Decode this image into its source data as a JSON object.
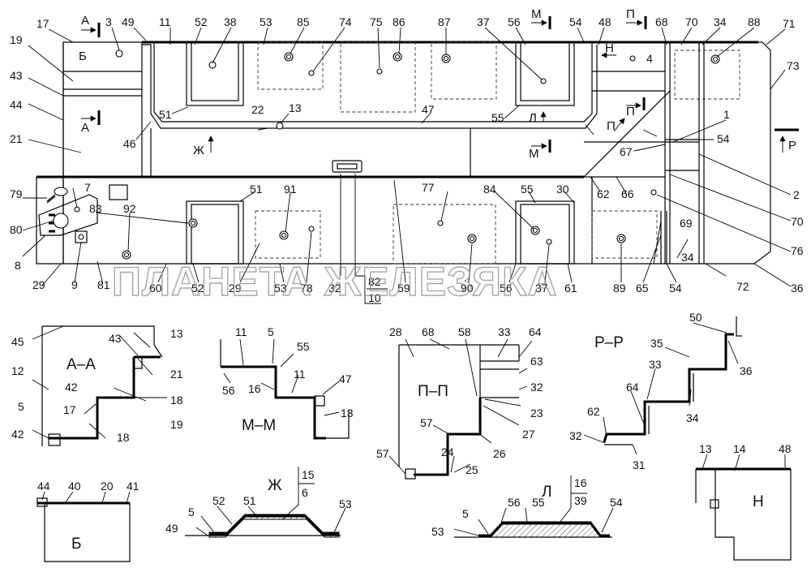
{
  "watermark": "ПЛАНЕТА ЖЕЛЕЗЯКА",
  "view_markers": {
    "A": "А",
    "B": "Б",
    "M": "М",
    "N": "Н",
    "P": "П",
    "R": "Р",
    "Zh": "Ж",
    "L": "Л"
  },
  "section_titles": {
    "aa": "А–А",
    "mm": "М–М",
    "pp": "П–П",
    "rr": "Р–Р",
    "b": "Б",
    "zh": "Ж",
    "l": "Л",
    "n": "Н"
  },
  "main_plan_callouts": [
    "17",
    "3",
    "49",
    "11",
    "52",
    "38",
    "53",
    "85",
    "74",
    "75",
    "86",
    "87",
    "37",
    "56",
    "54",
    "48",
    "68",
    "70",
    "34",
    "88",
    "71",
    "19",
    "43",
    "44",
    "21",
    "4",
    "73",
    "51",
    "13",
    "22",
    "47",
    "55",
    "46",
    "1",
    "67",
    "54",
    "2",
    "70",
    "76",
    "36",
    "79",
    "7",
    "80",
    "8",
    "29",
    "9",
    "81",
    "92",
    "83",
    "51",
    "91",
    "77",
    "84",
    "55",
    "30",
    "62",
    "66",
    "69",
    "34",
    "72",
    "60",
    "52",
    "29",
    "53",
    "78",
    "32",
    "82",
    "10",
    "59",
    "90",
    "56",
    "37",
    "61",
    "89",
    "65",
    "54"
  ],
  "section_callouts": {
    "aa": [
      "45",
      "13",
      "12",
      "43",
      "21",
      "42",
      "18",
      "19",
      "5",
      "17",
      "18",
      "42"
    ],
    "mm": [
      "11",
      "5",
      "55",
      "56",
      "16",
      "11",
      "47",
      "13"
    ],
    "pp": [
      "28",
      "68",
      "58",
      "33",
      "64",
      "63",
      "32",
      "23",
      "57",
      "27",
      "26",
      "24",
      "25",
      "57"
    ],
    "rr": [
      "50",
      "35",
      "36",
      "33",
      "34",
      "64",
      "62",
      "32",
      "31"
    ],
    "b": [
      "44",
      "40",
      "20",
      "41"
    ],
    "zh": [
      "15",
      "6",
      "52",
      "51",
      "5",
      "53",
      "49"
    ],
    "l": [
      "16",
      "39",
      "56",
      "55",
      "5",
      "54",
      "53"
    ],
    "n": [
      "13",
      "14",
      "48"
    ]
  }
}
